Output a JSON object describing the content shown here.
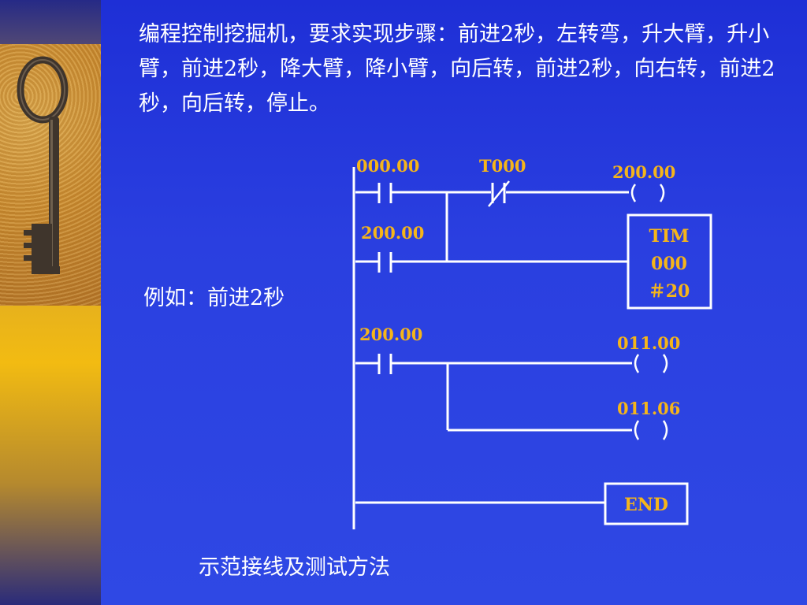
{
  "slide": {
    "intro_text": "编程控制挖掘机，要求实现步骤：前进2秒，左转弯，升大臂，升小臂，前进2秒，降大臂，降小臂，向后转，前进2秒，向右转，前进2秒，向后转，停止。",
    "example_label": "例如：前进2秒",
    "demo_caption": "示范接线及测试方法"
  },
  "ladder": {
    "rung1": {
      "contact_no": "000.00",
      "contact_nc": "T000",
      "coil": "200.00"
    },
    "rung2": {
      "contact_no": "200.00",
      "timer_line1": "TIM",
      "timer_line2": "000",
      "timer_line3": "＃20"
    },
    "rung3": {
      "contact_no": "200.00",
      "coil_a": "011.00",
      "coil_b": "011.06"
    },
    "end_label": "END"
  },
  "colors": {
    "label": "#f5b51a",
    "line": "#ffffff",
    "background": "#2a3fe0"
  },
  "icons": {
    "photo": "old-key-photo"
  }
}
